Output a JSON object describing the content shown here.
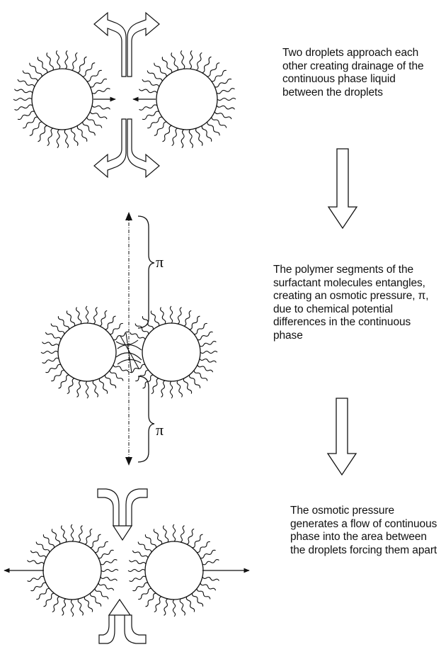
{
  "steps": [
    {
      "caption": "Two droplets approach each other creating drainage of the continuous phase liquid between the droplets"
    },
    {
      "caption": "The polymer segments of the surfactant molecules entangles, creating an osmotic pressure, π, due to chemical potential differences in the continuous phase",
      "pressure_label": "π"
    },
    {
      "caption": "The osmotic pressure generates a flow of continuous phase into the area between the droplets forcing them apart"
    }
  ],
  "colors": {
    "line": "#111111",
    "background": "#ffffff"
  }
}
